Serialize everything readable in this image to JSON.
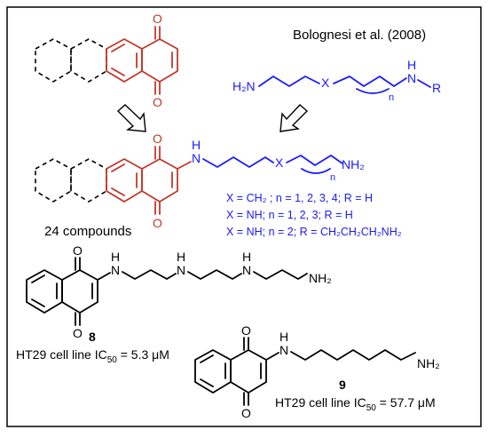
{
  "citation": "Bolognesi et al. (2008)",
  "colors": {
    "core_red": "#c0392b",
    "chain_blue": "#1a1aff",
    "ink": "#000000"
  },
  "scaffold": {
    "atom_o_top": "O",
    "atom_o_bottom": "O"
  },
  "polyamine": {
    "h2n": "H₂N",
    "x": "X",
    "nh_h": "H",
    "nh_n": "N",
    "n_sub": "n",
    "r": "R"
  },
  "conjugate": {
    "o_top": "O",
    "o_bottom": "O",
    "nh_h": "H",
    "nh_n": "N",
    "x": "X",
    "n_sub": "n",
    "nh2": "NH₂",
    "rule_1": "X = CH₂ ; n = 1, 2, 3, 4; R = H",
    "rule_2": "X = NH; n = 1, 2, 3; R = H",
    "rule_3": "X = NH; n = 2; R = CH₂CH₂CH₂NH₂",
    "count_label": "24 compounds"
  },
  "compound_8": {
    "number": "8",
    "o_top": "O",
    "o_bottom": "O",
    "amine_labels": [
      "H",
      "N",
      "H",
      "N",
      "H",
      "N"
    ],
    "nh2": "NH₂",
    "activity_prefix": "HT29 cell line IC",
    "activity_sub": "50",
    "activity_value": " = 5.3 μM"
  },
  "compound_9": {
    "number": "9",
    "o_top": "O",
    "o_bottom": "O",
    "nh_h": "H",
    "nh_n": "N",
    "nh2": "NH₂",
    "activity_prefix": "HT29 cell line IC",
    "activity_sub": "50",
    "activity_value": " = 57.7 μM"
  }
}
